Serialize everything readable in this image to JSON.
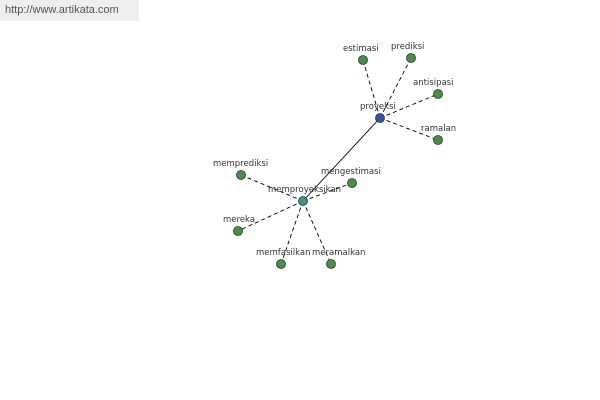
{
  "header": {
    "url": "http://www.artikata.com"
  },
  "colors": {
    "leaf": "#4f8a4f",
    "hub_proyeksi": "#3c4fa2",
    "hub_memproyeksikan": "#3f8f8c",
    "edge": "#000000",
    "label": "#333333"
  },
  "diagram": {
    "nodes": [
      {
        "id": "proyeksi",
        "label": "proyeksi",
        "kind": "hub"
      },
      {
        "id": "memproyeksikan",
        "label": "memproyeksikan",
        "kind": "hub"
      },
      {
        "id": "estimasi",
        "label": "estimasi",
        "kind": "leaf"
      },
      {
        "id": "prediksi",
        "label": "prediksi",
        "kind": "leaf"
      },
      {
        "id": "antisipasi",
        "label": "antisipasi",
        "kind": "leaf"
      },
      {
        "id": "ramalan",
        "label": "ramalan",
        "kind": "leaf"
      },
      {
        "id": "memprediksi",
        "label": "memprediksi",
        "kind": "leaf"
      },
      {
        "id": "mengestimasi",
        "label": "mengestimasi",
        "kind": "leaf"
      },
      {
        "id": "mereka",
        "label": "mereka",
        "kind": "leaf"
      },
      {
        "id": "memfasilkan",
        "label": "memfasilkan",
        "kind": "leaf"
      },
      {
        "id": "meramalkan",
        "label": "meramalkan",
        "kind": "leaf"
      }
    ],
    "edges": [
      {
        "from": "proyeksi",
        "to": "memproyeksikan",
        "style": "solid"
      },
      {
        "from": "proyeksi",
        "to": "estimasi",
        "style": "dashed"
      },
      {
        "from": "proyeksi",
        "to": "prediksi",
        "style": "dashed"
      },
      {
        "from": "proyeksi",
        "to": "antisipasi",
        "style": "dashed"
      },
      {
        "from": "proyeksi",
        "to": "ramalan",
        "style": "dashed"
      },
      {
        "from": "memproyeksikan",
        "to": "memprediksi",
        "style": "dashed"
      },
      {
        "from": "memproyeksikan",
        "to": "mengestimasi",
        "style": "dashed"
      },
      {
        "from": "memproyeksikan",
        "to": "mereka",
        "style": "dashed"
      },
      {
        "from": "memproyeksikan",
        "to": "memfasilkan",
        "style": "dashed"
      },
      {
        "from": "memproyeksikan",
        "to": "meramalkan",
        "style": "dashed"
      }
    ]
  }
}
